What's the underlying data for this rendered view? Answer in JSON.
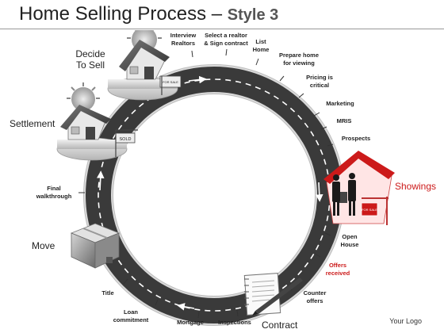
{
  "header": {
    "title": "Home Selling Process",
    "dash": " – ",
    "style_label": "Style 3"
  },
  "stages": {
    "decide": "Decide\nTo Sell",
    "settlement": "Settlement",
    "move": "Move",
    "showings": "Showings",
    "contract": "Contract"
  },
  "steps": {
    "interview": "Interview\nRealtors",
    "select": "Select a realtor\n& Sign contract",
    "list": "List\nHome",
    "prepare": "Prepare home\nfor viewing",
    "pricing": "Pricing is\ncritical",
    "marketing": "Marketing",
    "mris": "MRIS",
    "prospects": "Prospects",
    "open_house": "Open\nHouse",
    "offers": "Offers\nreceived",
    "counter": "Counter\noffers",
    "inspections": "Inspections",
    "mortgage": "Mortgage",
    "loan": "Loan\ncommitment",
    "title": "Title",
    "final": "Final\nwalkthrough"
  },
  "signs": {
    "for_sale": "FOR SALE",
    "sold": "SOLD"
  },
  "footer": {
    "logo": "Your Logo"
  },
  "colors": {
    "accent_red": "#cc1a1a",
    "road": "#3a3a3a",
    "dash": "#ffffff"
  }
}
